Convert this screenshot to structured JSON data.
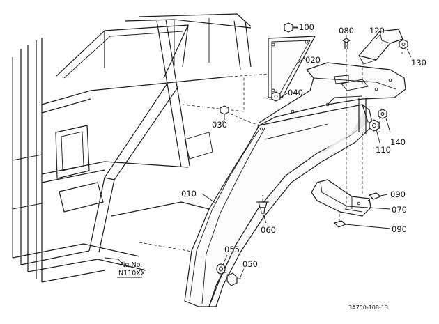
{
  "callouts": {
    "p100": "100",
    "p080": "080",
    "p120": "120",
    "p020": "020",
    "p130": "130",
    "p040": "040",
    "p030": "030",
    "p140": "140",
    "p110": "110",
    "p010": "010",
    "p090a": "090",
    "p070": "070",
    "p090b": "090",
    "p060": "060",
    "p055": "055",
    "p050": "050"
  },
  "figure": {
    "line1": "Fig.No.",
    "line2": "N110XX"
  },
  "drawing_code": "3A750-108-13"
}
